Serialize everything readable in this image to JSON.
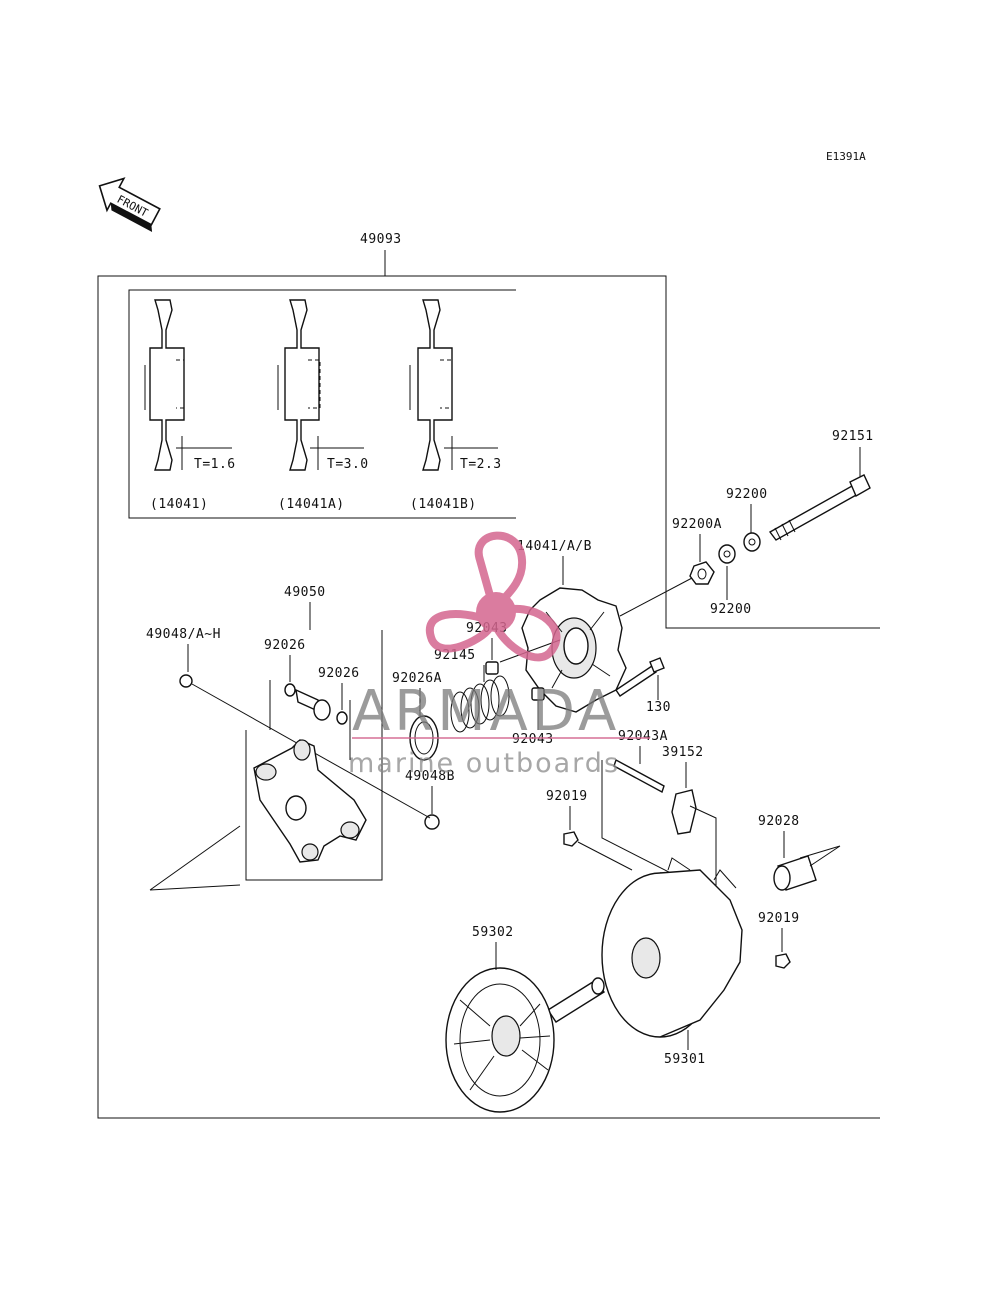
{
  "diagram_code": "E1391A",
  "front_label": "FRONT",
  "assembly": "49093",
  "shoe_variants": [
    {
      "thickness": "T=1.6",
      "part": "(14041)"
    },
    {
      "thickness": "T=3.0",
      "part": "(14041A)"
    },
    {
      "thickness": "T=2.3",
      "part": "(14041B)"
    }
  ],
  "parts": {
    "p92151": "92151",
    "p92200_top": "92200",
    "p92200A": "92200A",
    "p92200_bottom": "92200",
    "p14041": "14041/A/B",
    "p49050": "49050",
    "p49048": "49048/A~H",
    "p92026_a": "92026",
    "p92026_b": "92026",
    "p92043_top": "92043",
    "p92145": "92145",
    "p92026A": "92026A",
    "p130": "130",
    "p92043_bottom": "92043",
    "p92043A": "92043A",
    "p39152": "39152",
    "p49048B": "49048B",
    "p92019_left": "92019",
    "p92028": "92028",
    "p92019_right": "92019",
    "p59302": "59302",
    "p59301": "59301"
  },
  "watermark": {
    "brand": "ARMADA",
    "tagline": "marine outboards",
    "accent_color": "#d4668f"
  }
}
